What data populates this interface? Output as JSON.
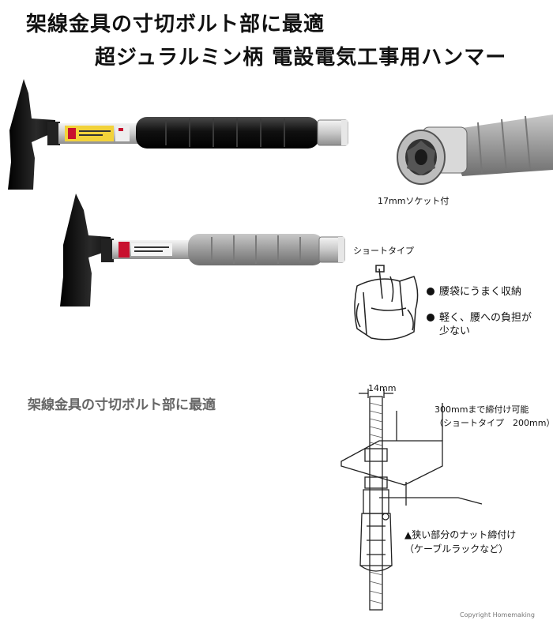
{
  "header": {
    "title_line1": "架線金具の寸切ボルト部に最適",
    "title_line2": "超ジュラルミン柄 電設電気工事用ハンマー"
  },
  "socket_photo": {
    "caption": "17mmソケット付"
  },
  "short_type": {
    "caption": "ショートタイプ",
    "bullets": [
      {
        "text": "腰袋にうまく収納"
      },
      {
        "line1": "軽く、腰への負担が",
        "line2": "少ない"
      }
    ]
  },
  "usage_diagram": {
    "heading": "架線金具の寸切ボルト部に最適",
    "dimension_label": "14mm",
    "length_note_line1": "300mmまで締付け可能",
    "length_note_line2": "（ショートタイプ　200mm）",
    "narrow_note_line1": "▲狭い部分のナット締付け",
    "narrow_note_line2": "（ケーブルラックなど）"
  },
  "footer": {
    "copyright": "Copyright Homemaking"
  },
  "colors": {
    "long_grip": "#1a1a1a",
    "short_grip": "#9a9a9a",
    "shaft": "#d8d8d8",
    "head": "#141414",
    "label_red": "#c8102e",
    "label_yellow": "#f2d23a"
  }
}
